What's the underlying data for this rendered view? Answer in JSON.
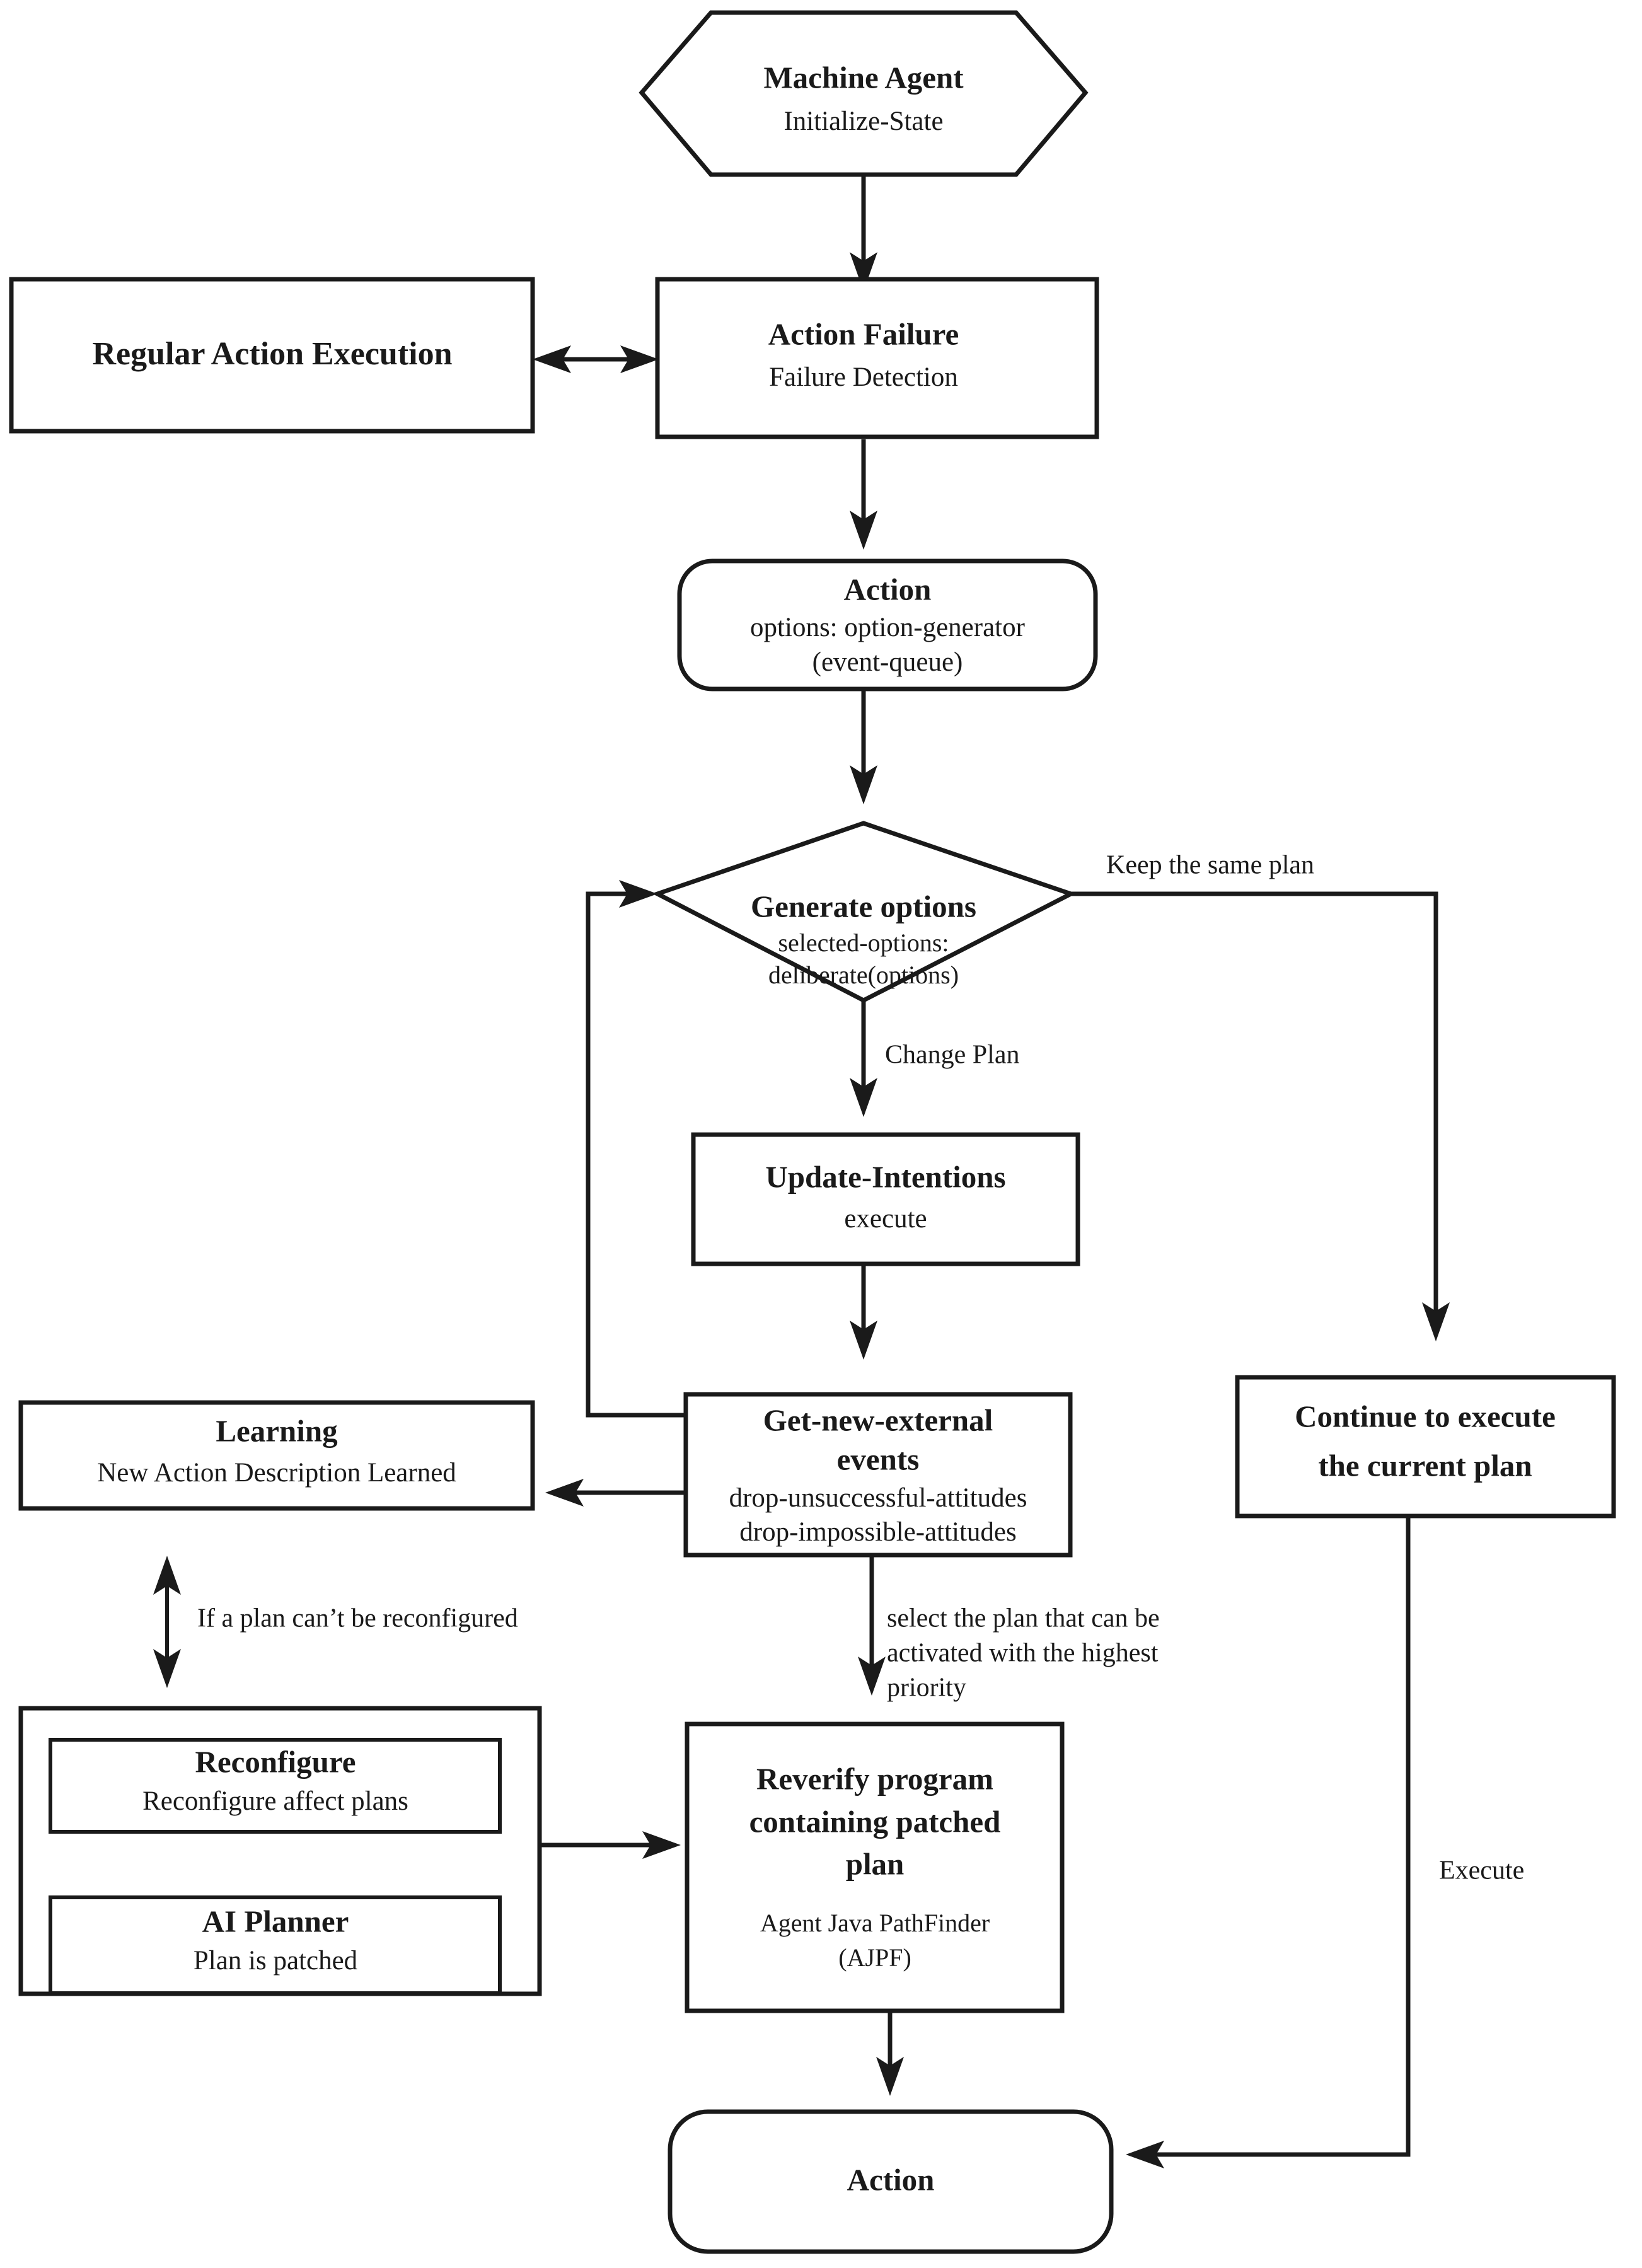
{
  "diagram": {
    "type": "flowchart",
    "title": "Machine Agent plan reconfiguration flowchart",
    "background_color": "#ffffff",
    "line_color": "#1a1a1a"
  },
  "nodes": {
    "machine_agent": {
      "shape": "hexagon",
      "title": "Machine Agent",
      "subtitle": "Initialize-State"
    },
    "regular_action_execution": {
      "shape": "rectangle",
      "title": "Regular Action Execution"
    },
    "action_failure": {
      "shape": "rectangle",
      "title": "Action Failure",
      "subtitle": "Failure Detection"
    },
    "action_options": {
      "shape": "rounded-rectangle",
      "title": "Action",
      "line2": "options: option-generator",
      "line3": "(event-queue)"
    },
    "generate_options": {
      "shape": "diamond",
      "title": "Generate options",
      "line2": "selected-options:",
      "line3": "deliberate(options)"
    },
    "update_intentions": {
      "shape": "rectangle",
      "title": "Update-Intentions",
      "subtitle": "execute"
    },
    "get_new_external_events": {
      "shape": "rectangle",
      "title_line1": "Get-new-external",
      "title_line2": "events",
      "line3": "drop-unsuccessful-attitudes",
      "line4": "drop-impossible-attitudes"
    },
    "learning": {
      "shape": "rectangle",
      "title": "Learning",
      "subtitle": "New Action Description Learned"
    },
    "continue_execute": {
      "shape": "rectangle",
      "title_line1": "Continue to execute",
      "title_line2": "the current plan"
    },
    "reconfigure_group": {
      "shape": "container-rectangle"
    },
    "reconfigure": {
      "shape": "rectangle",
      "title": "Reconfigure",
      "subtitle": "Reconfigure affect plans"
    },
    "ai_planner": {
      "shape": "rectangle",
      "title": "AI Planner",
      "subtitle": "Plan is patched"
    },
    "reverify": {
      "shape": "rectangle",
      "title_line1": "Reverify program",
      "title_line2": "containing patched",
      "title_line3": "plan",
      "line4": "Agent Java PathFinder",
      "line5": "(AJPF)"
    },
    "action_final": {
      "shape": "rounded-rectangle",
      "title": "Action"
    }
  },
  "edge_labels": {
    "keep_same_plan": "Keep the same plan",
    "change_plan": "Change Plan",
    "if_cannot_reconfigure": "If  a plan can’t be reconfigured",
    "select_plan_line1": "select the plan that can be",
    "select_plan_line2": "activated with the highest",
    "select_plan_line3": "priority",
    "execute": "Execute"
  }
}
